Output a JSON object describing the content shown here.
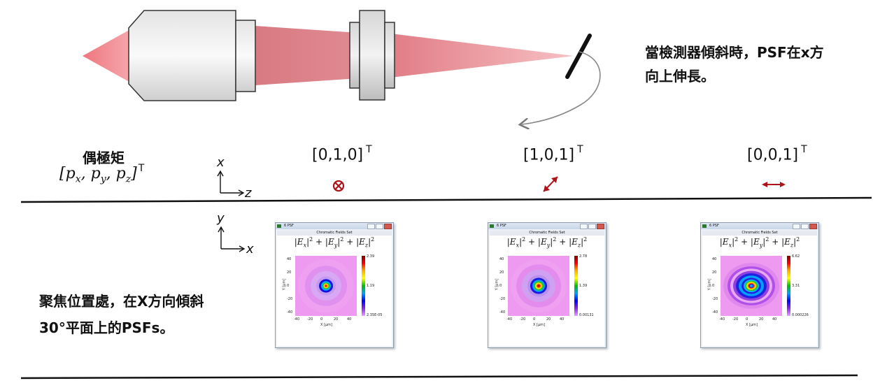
{
  "note": {
    "line1": "當檢測器傾斜時，PSF在x方",
    "line2": "向上伸長。"
  },
  "dipole": {
    "label": "偶極矩",
    "math": "[p_x, p_y, p_z]",
    "superscript": "T"
  },
  "columns": [
    {
      "vector": "[0,1,0]",
      "sup": "T",
      "symbol": "circle-cross-icon",
      "window_title": "6 PSF",
      "window_subtitle": "Chromatic Fields Set",
      "cbar_max": "2.39",
      "cbar_mid": "1.19",
      "cbar_min": "2.35E-05"
    },
    {
      "vector": "[1,0,1]",
      "sup": "T",
      "symbol": "diagonal-double-arrow-icon",
      "window_title": "6 PSF",
      "window_subtitle": "Chromatic Fields Set",
      "cbar_max": "2.78",
      "cbar_mid": "1.39",
      "cbar_min": "0.00131"
    },
    {
      "vector": "[0,0,1]",
      "sup": "T",
      "symbol": "horizontal-double-arrow-icon",
      "window_title": "6 PSF",
      "window_subtitle": "Chromatic Fields Set",
      "cbar_max": "6.62",
      "cbar_mid": "3.31",
      "cbar_min": "0.000226"
    }
  ],
  "axes_top": {
    "vertical": "x",
    "horizontal": "z"
  },
  "axes_bottom": {
    "vertical": "y",
    "horizontal": "x"
  },
  "plot_axes": {
    "xlabel": "X [µm]",
    "ylabel": "Y [µm]",
    "xticks": [
      "-40",
      "-20",
      "0",
      "20",
      "40"
    ],
    "yticks": [
      "40",
      "20",
      "0",
      "-20",
      "-40"
    ]
  },
  "caption": {
    "line1": "聚焦位置處，在X方向傾斜",
    "line2": "30°平面上的PSFs。"
  },
  "colors": {
    "beam": "#e06070",
    "arrow": "#b0121a",
    "lens_fill": "#f0f0f0",
    "lens_stroke": "#333333"
  }
}
